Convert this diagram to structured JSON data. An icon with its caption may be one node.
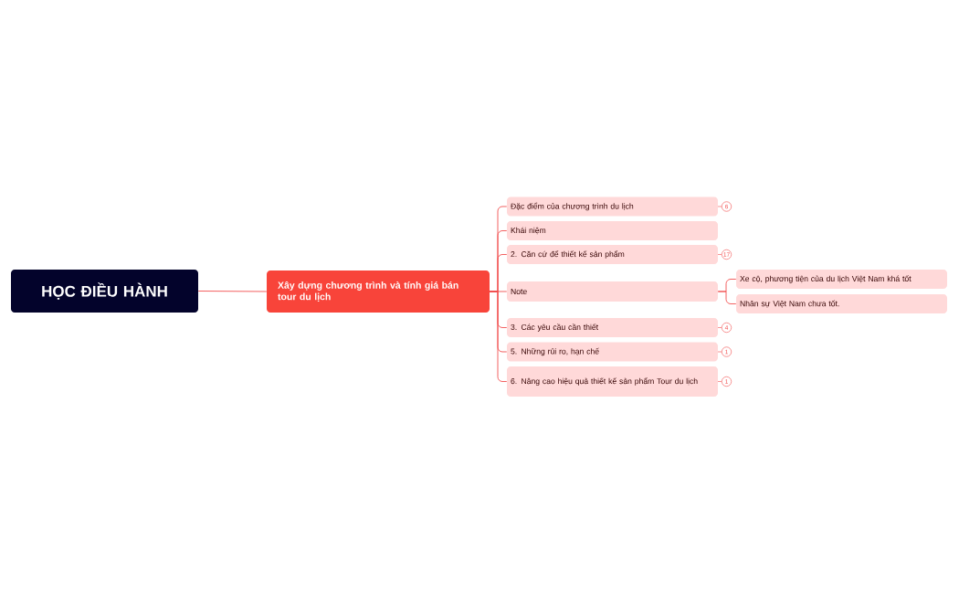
{
  "diagram": {
    "nodes": [
      {
        "text": [
          "HỌC ĐIỀU HÀNH"
        ]
      },
      {
        "text": [
          "Xây dựng chương trình và tính giá bán tour du lịch"
        ]
      },
      {
        "text": [
          "Đặc điểm của chương trình du lịch"
        ],
        "beside": [
          "6"
        ]
      },
      {
        "text": [
          "Khái niệm"
        ]
      },
      {
        "text": [
          "2. Căn cứ để thiết kế sản phẩm"
        ],
        "beside": [
          "17"
        ]
      },
      {
        "text": [
          "Note"
        ]
      },
      {
        "text": [
          "3. Các yêu cầu cần thiết"
        ],
        "beside": [
          "4"
        ]
      },
      {
        "text": [
          "5. Những rủi ro, hạn chế"
        ],
        "beside": [
          "1"
        ]
      },
      {
        "text": [
          "6. Nâng cao hiệu quả thiết kế sản phẩm Tour du lịch"
        ],
        "beside": [
          "1"
        ]
      },
      {
        "text": [
          "Xe cộ, phương tiện của du lịch Việt Nam khá tốt"
        ]
      },
      {
        "text": [
          "Nhân sự Việt Nam chưa tốt."
        ]
      }
    ],
    "edges": [
      {
        "from": 0,
        "to": 1,
        "arrow": "none"
      },
      {
        "from": 1,
        "to": 2,
        "arrow": "none"
      },
      {
        "from": 1,
        "to": 3,
        "arrow": "none"
      },
      {
        "from": 1,
        "to": 4,
        "arrow": "none"
      },
      {
        "from": 1,
        "to": 5,
        "arrow": "none"
      },
      {
        "from": 1,
        "to": 6,
        "arrow": "none"
      },
      {
        "from": 1,
        "to": 7,
        "arrow": "none"
      },
      {
        "from": 1,
        "to": 8,
        "arrow": "none"
      },
      {
        "from": 5,
        "to": 9,
        "arrow": "none"
      },
      {
        "from": 5,
        "to": 10,
        "arrow": "none"
      }
    ]
  }
}
